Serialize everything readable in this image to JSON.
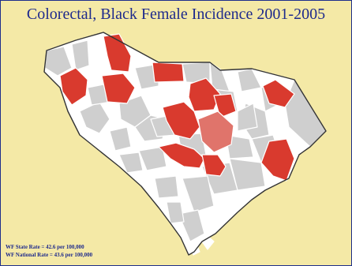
{
  "title": "Colorectal, Black Female Incidence 2001-2005",
  "rates": {
    "state": "WF State Rate = 42.6 per 100,000",
    "national": "WF National Rate = 43.6 per 100,000"
  },
  "legend_colors": {
    "high": "#d93a2e",
    "elevated": "#e0746b",
    "average": "#cfcfcf",
    "low": "#ffffff",
    "background": "#f4e9a6",
    "text": "#1e2a8c"
  }
}
